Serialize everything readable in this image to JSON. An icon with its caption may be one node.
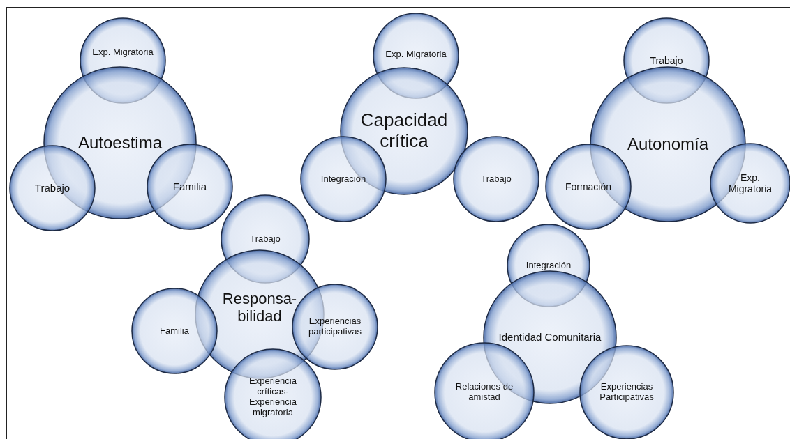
{
  "diagram": {
    "nodes": [
      {
        "text": [
          "Exp. Migratoria"
        ]
      },
      {
        "text": [
          "Autoestima"
        ]
      },
      {
        "text": [
          "Trabajo"
        ]
      },
      {
        "text": [
          "Familia"
        ]
      },
      {
        "text": [
          "Exp. Migratoria"
        ]
      },
      {
        "text": [
          "Capacidad crítica"
        ]
      },
      {
        "text": [
          "Integración"
        ]
      },
      {
        "text": [
          "Trabajo"
        ]
      },
      {
        "text": [
          "Trabajo"
        ]
      },
      {
        "text": [
          "Autonomía"
        ]
      },
      {
        "text": [
          "Formación"
        ]
      },
      {
        "text": [
          "Exp. Migratoria"
        ]
      },
      {
        "text": [
          "Trabajo"
        ]
      },
      {
        "text": [
          "Responsa- bilidad"
        ]
      },
      {
        "text": [
          "Familia"
        ]
      },
      {
        "text": [
          "Experiencias participativas"
        ]
      },
      {
        "text": [
          "Experiencia críticas- Experiencia migratoria"
        ]
      },
      {
        "text": [
          "Integración"
        ]
      },
      {
        "text": [
          "Identidad Comunitaria"
        ]
      },
      {
        "text": [
          "Relaciones de amistad"
        ]
      },
      {
        "text": [
          "Experiencias Participativas"
        ]
      }
    ]
  }
}
